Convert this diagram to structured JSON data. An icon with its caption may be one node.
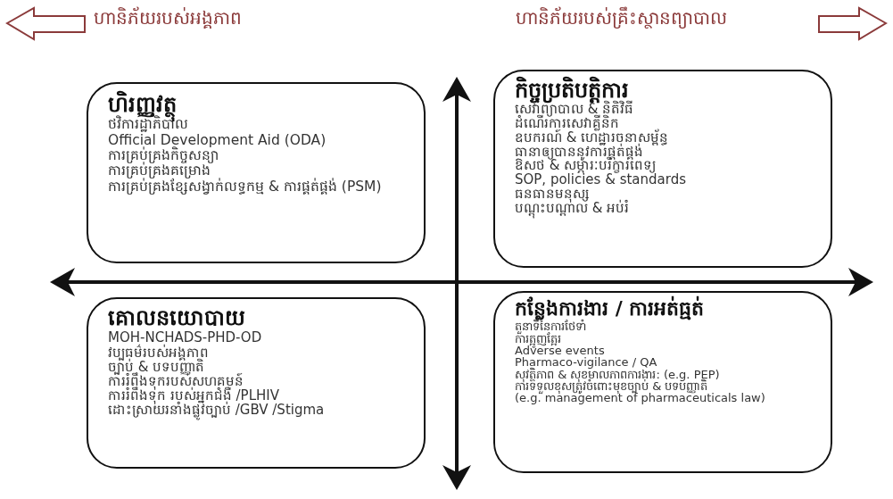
{
  "diagram": {
    "nodes": [
      {
        "text": [
          "ហិរញ្ញវត្ថុ",
          "ថវិការដ្ឋាភិបាល",
          "Official Development Aid (ODA)",
          "ការគ្រប់គ្រងកិច្ចសន្យា",
          "ការគ្រប់គ្រងគម្រោង",
          "ការគ្រប់គ្រងខ្សែសង្វាក់លទ្ធកម្ម & ការផ្គត់ផ្គង់ (PSM)"
        ]
      },
      {
        "text": [
          "កិច្ចប្រតិបត្តិការ",
          "សេវាព្យាបាល & និតិវិធី",
          "ដំណើរការសេវាគ្លីនិក",
          "ឧបករណ៍ & ហេដ្ឋារចនាសម្ព័ន្ធ",
          "ធានាឲ្យបាននូវការផ្គត់ផ្គង់",
          "ឱសថ & សម្ភារៈបរិក្ខារពេទ្យ",
          "SOP, policies & standards",
          "ធនធានមនុស្ស",
          "បណ្តុះបណ្តាល & អប់រំ"
        ]
      },
      {
        "text": [
          "គោលនយោបាយ",
          "MOH-NCHADS-PHD-OD",
          "វប្បធម៌របស់អង្គភាព",
          "ច្បាប់ & បទបញ្ញាតិ",
          "ការរំពឹងទុករបស់សហគមន៍",
          "ការរំពឹងទុក របស់អ្នកជំងឺ /PLHIV",
          "ដោះស្រាយរនាំងផ្លូវច្បាប់ /GBV /Stigma"
        ]
      },
      {
        "text": [
          "កន្លែងការងារ / ការអត់ធ្មត់",
          "តួនាទីនៃការថែទាំ",
          "ការត្អូញត្អែរ",
          "Adverse events",
          "Pharmaco-vigilance / QA",
          "សុវត្ថិភាព & សុខមាលភាពការងារ: (e.g. PEP)",
          "ការទទួលខុសត្រូវចំពោះមុខច្បាប់ & បទបញ្ញាតិ",
          "(e.g. management of pharmaceuticals law)"
        ]
      }
    ],
    "labels": [
      "ហានិភ័យរបស់អង្គភាព",
      "ហានិភ័យរបស់គ្រឹះស្ថានព្យាបាល"
    ]
  }
}
